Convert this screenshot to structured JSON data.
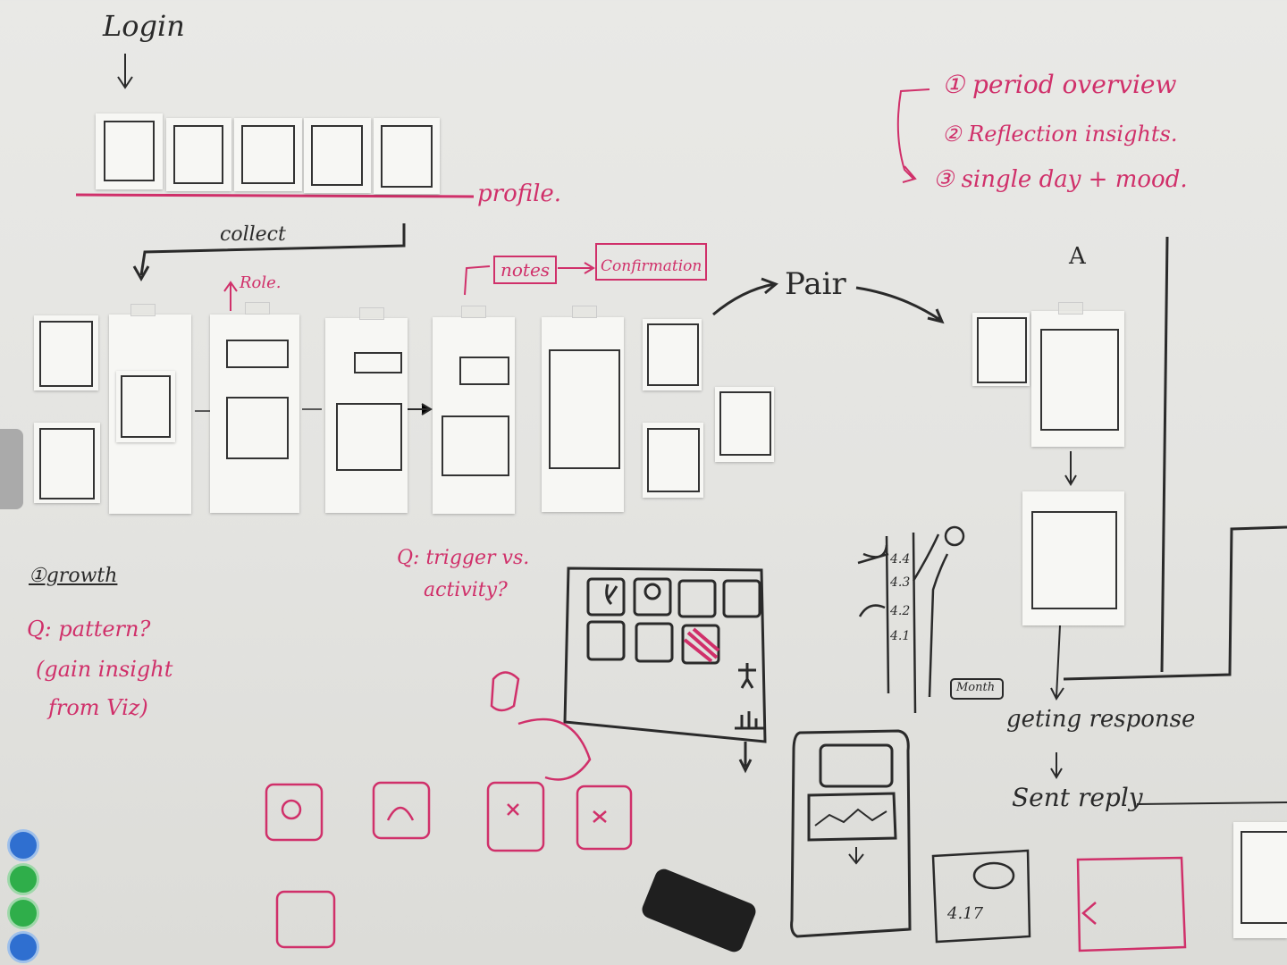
{
  "board": {
    "heading_login": "Login",
    "label_profile": "profile.",
    "label_collect": "collect",
    "label_role": "Role.",
    "label_notes": "notes",
    "label_confirmation": "Confirmation",
    "label_pair": "Pair",
    "label_A": "A",
    "list_items": [
      "① period overview",
      "② Reflection insights.",
      "③ single day + mood."
    ],
    "label_growth": "①growth",
    "label_pattern": "Q: pattern?",
    "label_gain": "(gain insight",
    "label_fromviz": "from Viz)",
    "label_trigger": "Q: trigger vs.",
    "label_activity": "activity?",
    "label_getting": "geting response",
    "label_sent": "Sent reply",
    "label_month": "Month",
    "ticks": [
      "4.4",
      "4.3",
      "4.2",
      "4.1"
    ],
    "label_417": "4.17"
  },
  "colors": {
    "marker_red": "#d0306a",
    "marker_black": "#2a2a2a",
    "board": "#e6e6e3"
  }
}
